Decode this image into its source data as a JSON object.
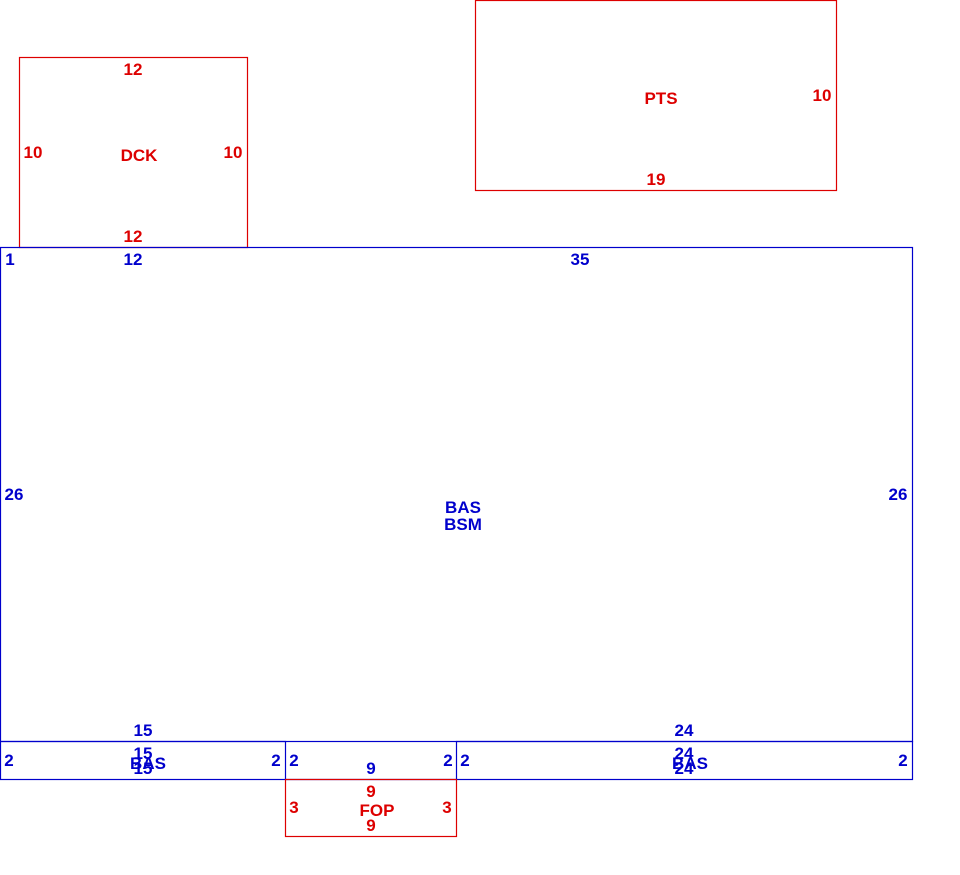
{
  "colors": {
    "blue": "#0000cc",
    "red": "#dd0000"
  },
  "areas": {
    "dck": {
      "name": "DCK",
      "top": "12",
      "bottom": "12",
      "left": "10",
      "right": "10"
    },
    "pts": {
      "name": "PTS",
      "right": "10",
      "bottom": "19"
    },
    "main": {
      "name_line1": "BAS",
      "name_line2": "BSM",
      "corner": "1",
      "top_left": "12",
      "top": "35",
      "left": "26",
      "right": "26",
      "bottom_left": "15",
      "bottom_right": "24"
    },
    "bas_left": {
      "name": "BAS",
      "top": "15",
      "bottom": "15",
      "left": "2",
      "right": "2"
    },
    "bas_right": {
      "name": "BAS",
      "top": "24",
      "bottom": "24",
      "left": "2",
      "right": "2"
    },
    "notch": {
      "left": "2",
      "right": "2",
      "top": "9"
    },
    "fop": {
      "name": "FOP",
      "top": "9",
      "bottom": "9",
      "left": "3",
      "right": "3"
    }
  }
}
